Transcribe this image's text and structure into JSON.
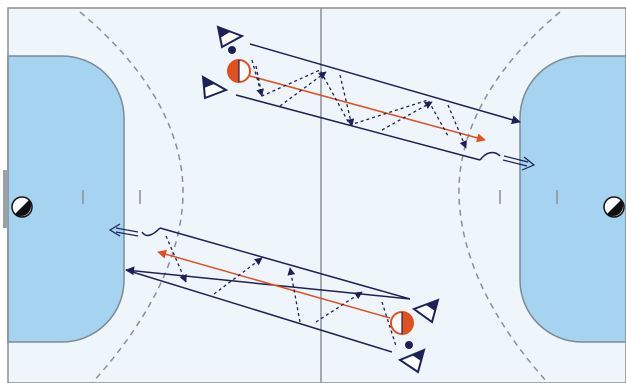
{
  "diagram": {
    "kind": "handball-court-drill",
    "colors": {
      "court_background": "#eef6fb",
      "court_outline": "#8a8f94",
      "goal_area_fill": "#a6d3ef",
      "goal_area_stroke": "#7d8a96",
      "dashed_free_throw_line": "#8a8f94",
      "player_run_arrow": "#1d2157",
      "ball_pass_arrow": "#e2501f",
      "player_marker": "#1d2157",
      "ball_marker": "#e2501f",
      "goal_post": "#9aa0a5"
    },
    "icons": {
      "player": "triangle-player-icon",
      "ball": "half-filled-ball-icon",
      "goalkeeper": "half-filled-circle-goalkeeper-icon",
      "hollow_arrow": "hollow-double-arrow-icon",
      "small_dot": "player-dot-icon"
    },
    "groups": [
      {
        "name": "top-group",
        "players": 2,
        "ball_carrier": true,
        "direction": "left-to-right"
      },
      {
        "name": "bottom-group",
        "players": 2,
        "ball_carrier": true,
        "direction": "right-to-left"
      }
    ]
  }
}
